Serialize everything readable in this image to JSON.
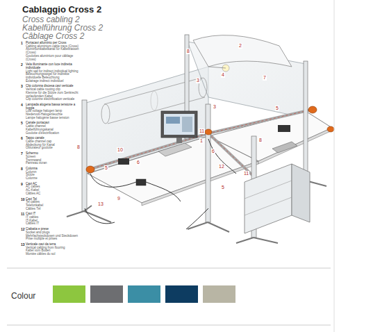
{
  "diagram": {
    "title": "Cablaggio Cross 2",
    "labels": [
      "Cross cabling 2",
      "Kabelführung Cross 2",
      "Câblage Cross 2",
      "1",
      "Portacavi alluminio per Cross",
      "Cabling aluminium cable trays (Cross)",
      "Aluminiumkabelkanal für Kabeltrassen (Cross)",
      "Goulottes aluminium pour câblage (Cross)",
      "2",
      "Vela illuminante con luce indiretta individuale",
      "Light sail for indirect individual lighting",
      "Beleuchtungssegel für indirekte individuelle Beleuchtung",
      "Éclairage indirect individuel",
      "3",
      "Clip colonna discesa cavi verticale",
      "Vertical cable routing clip",
      "Klemme für die Stütze zum Senkrecht verlaufenden Kabel",
      "Clip colonne électrification verticale",
      "4",
      "Lampada alogena bassa tensione a foggia",
      "Low voltage halogen lamp",
      "Niedervolt-Halogenleuchte",
      "Lampe halogène basse tension",
      "5",
      "Canale portacavi",
      "Cable channel",
      "Kabelführungskanal",
      "Goulotte d'électrification",
      "6",
      "Tappo canale",
      "Cable channel cap",
      "Abdeckung für Kanal",
      "Obturateur goulotte",
      "7",
      "Schermo",
      "Screen",
      "Trennwand",
      "Panneau écran",
      "8",
      "Colonna",
      "Column",
      "Stütze",
      "Colonne",
      "9",
      "Cavi AC",
      "AC cables",
      "AC-Kabel",
      "Câbles AC",
      "10",
      "Cavi Tel",
      "Tel cables",
      "Telefonkabel",
      "Câbles Tél",
      "11",
      "Cavi IT",
      "IT cables",
      "IT-Kabel",
      "Câbles IT",
      "12",
      "Ciabatta e prese",
      "Socket and plugs",
      "Mehrfachsteckdosen und Steckdosen",
      "Prise multiple et prises",
      "13",
      "Verticale cavi da terra",
      "Vertical cabling from flooring",
      "Kabel vom Boden",
      "Montée câbles du sol",
      "8",
      "2",
      "4",
      "7",
      "3",
      "3",
      "5",
      "11",
      "1",
      "12",
      "6",
      "8",
      "10",
      "6",
      "9",
      "13",
      "5",
      "11",
      "8",
      "5",
      "Colour"
    ]
  }
}
